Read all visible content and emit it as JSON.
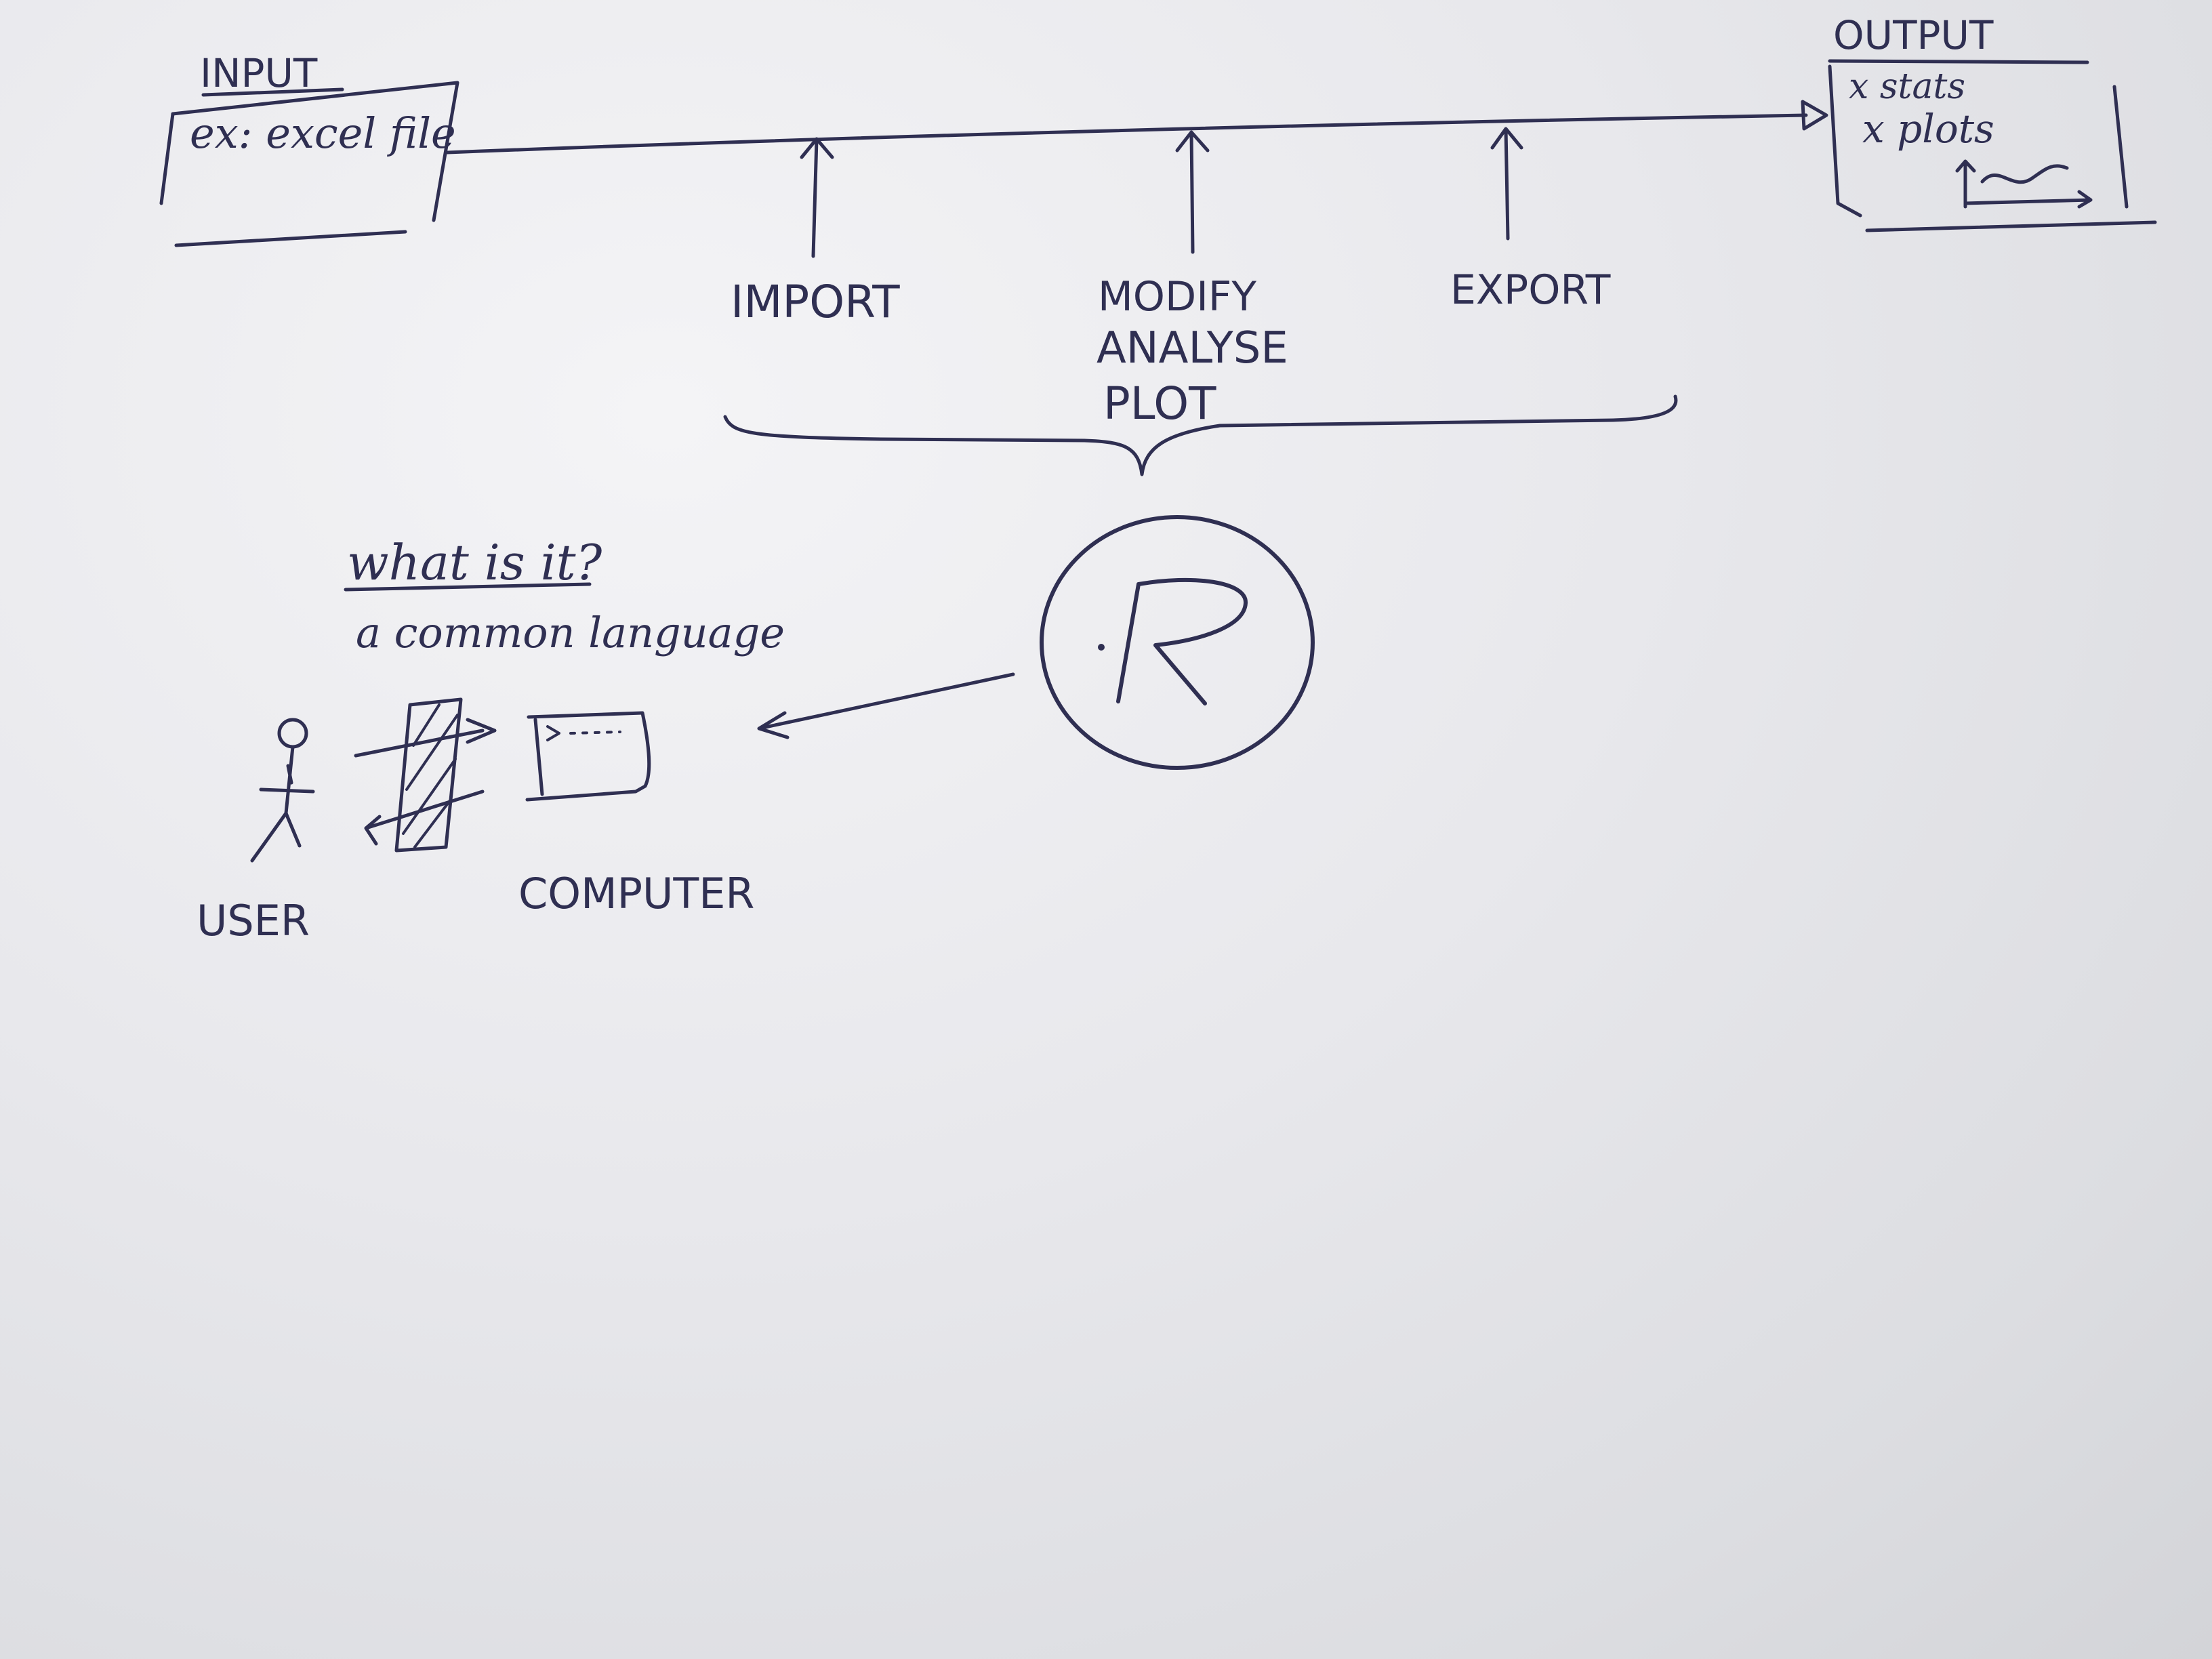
{
  "input": {
    "title": "INPUT",
    "note": "ex: excel file"
  },
  "output": {
    "title": "OUTPUT",
    "items": [
      "x stats",
      "x plots"
    ]
  },
  "steps": {
    "import": "IMPORT",
    "modify": "MODIFY",
    "analyse": "ANALYSE",
    "plot": "PLOT",
    "export": "EXPORT"
  },
  "r_logo": "R",
  "question": {
    "heading": "what is it?",
    "answer": "a common language"
  },
  "labels": {
    "user": "USER",
    "computer": "COMPUTER"
  },
  "colors": {
    "ink": "#2f2f52",
    "paper": "#e8e8ec"
  }
}
